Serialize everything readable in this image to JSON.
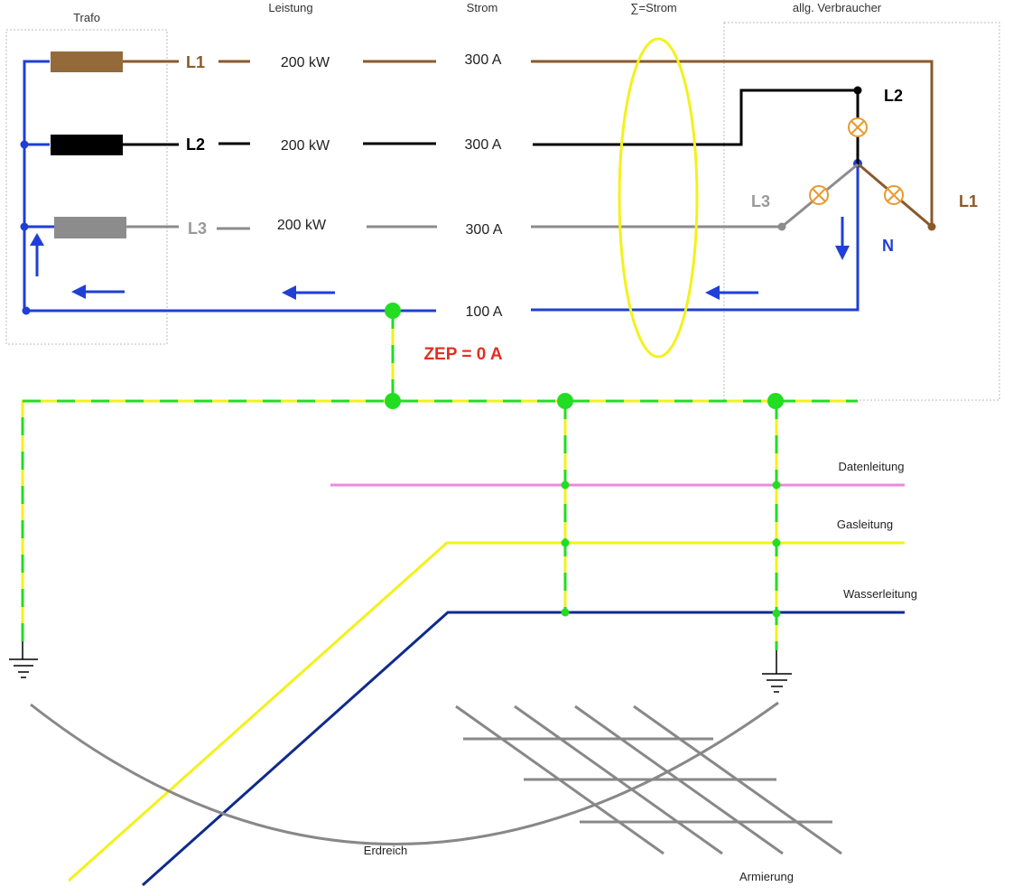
{
  "headers": {
    "trafo": "Trafo",
    "leistung": "Leistung",
    "strom": "Strom",
    "summe": "∑=Strom",
    "verbraucher": "allg. Verbraucher"
  },
  "phases": {
    "l1": "L1",
    "l2": "L2",
    "l3": "L3",
    "n": "N"
  },
  "values": {
    "p_l1": "200 kW",
    "p_l2": "200 kW",
    "p_l3": "200 kW",
    "i_l1": "300 A",
    "i_l2": "300 A",
    "i_l3": "300 A",
    "i_n": "100 A"
  },
  "zep": "ZEP = 0 A",
  "lines": {
    "daten": "Datenleitung",
    "gas": "Gasleitung",
    "wasser": "Wasserleitung",
    "erdreich": "Erdreich",
    "armierung": "Armierung"
  },
  "colors": {
    "l1": "#8a5a2b",
    "l2": "#000000",
    "l3": "#8c8c8c",
    "neutral": "#1f3fd6",
    "pe_green": "#22dd22",
    "pe_yellow": "#f2f21a",
    "data": "#ee88dd",
    "water": "#102a8c",
    "ground": "#888888",
    "zep": "#e03020",
    "lamp": "#e89a30"
  }
}
